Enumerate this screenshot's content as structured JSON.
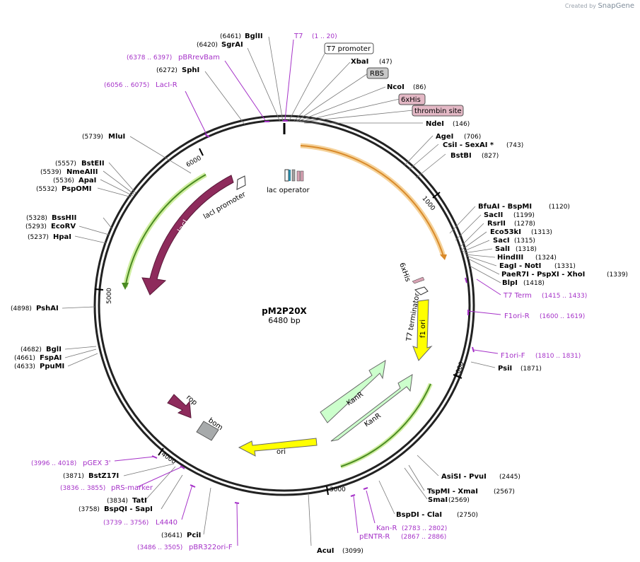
{
  "brand": {
    "created_by": "Created by",
    "name": "SnapGene"
  },
  "plasmid": {
    "name": "pM2P20X",
    "size": "6480 bp",
    "length": 6480
  },
  "ticks": [
    "1000",
    "2000",
    "3000",
    "4000",
    "5000",
    "6000"
  ],
  "enzymes": [
    {
      "name": "BglII",
      "pos": "(6461)"
    },
    {
      "name": "SgrAI",
      "pos": "(6420)"
    },
    {
      "name": "SphI",
      "pos": "(6272)"
    },
    {
      "name": "MluI",
      "pos": "(5739)"
    },
    {
      "name": "BstEII",
      "pos": "(5557)"
    },
    {
      "name": "NmeAIII",
      "pos": "(5539)"
    },
    {
      "name": "ApaI",
      "pos": "(5536)"
    },
    {
      "name": "PspOMI",
      "pos": "(5532)"
    },
    {
      "name": "BssHII",
      "pos": "(5328)"
    },
    {
      "name": "EcoRV",
      "pos": "(5293)"
    },
    {
      "name": "HpaI",
      "pos": "(5237)"
    },
    {
      "name": "PshAI",
      "pos": "(4898)"
    },
    {
      "name": "BglI",
      "pos": "(4682)"
    },
    {
      "name": "FspAI",
      "pos": "(4661)"
    },
    {
      "name": "PpuMI",
      "pos": "(4633)"
    },
    {
      "name": "BstZ17I",
      "pos": "(3871)"
    },
    {
      "name": "TatI",
      "pos": "(3834)"
    },
    {
      "name": "BspQI - SapI",
      "pos": "(3758)"
    },
    {
      "name": "PciI",
      "pos": "(3641)"
    },
    {
      "name": "AcuI",
      "pos": "(3099)"
    },
    {
      "name": "XbaI",
      "pos": "(47)"
    },
    {
      "name": "NcoI",
      "pos": "(86)"
    },
    {
      "name": "NdeI",
      "pos": "(146)"
    },
    {
      "name": "AgeI",
      "pos": "(706)"
    },
    {
      "name": "CsiI - SexAI *",
      "pos": "(743)"
    },
    {
      "name": "BstBI",
      "pos": "(827)"
    },
    {
      "name": "BfuAI - BspMI",
      "pos": "(1120)"
    },
    {
      "name": "SacII",
      "pos": "(1199)"
    },
    {
      "name": "RsrII",
      "pos": "(1278)"
    },
    {
      "name": "Eco53kI",
      "pos": "(1313)"
    },
    {
      "name": "SacI",
      "pos": "(1315)"
    },
    {
      "name": "SalI",
      "pos": "(1318)"
    },
    {
      "name": "HindIII",
      "pos": "(1324)"
    },
    {
      "name": "EagI - NotI",
      "pos": "(1331)"
    },
    {
      "name": "PaeR7I - PspXI - XhoI",
      "pos": "(1339)"
    },
    {
      "name": "BlpI",
      "pos": "(1418)"
    },
    {
      "name": "PsiI",
      "pos": "(1871)"
    },
    {
      "name": "AsiSI - PvuI",
      "pos": "(2445)"
    },
    {
      "name": "TspMI - XmaI",
      "pos": "(2567)"
    },
    {
      "name": "SmaI",
      "pos": "(2569)"
    },
    {
      "name": "BspDI - ClaI",
      "pos": "(2750)"
    }
  ],
  "primers": [
    {
      "name": "T7",
      "range": "(1 .. 20)"
    },
    {
      "name": "pBRrevBam",
      "range": "(6378 .. 6397)"
    },
    {
      "name": "LacI-R",
      "range": "(6056 .. 6075)"
    },
    {
      "name": "T7 Term",
      "range": "(1415 .. 1433)"
    },
    {
      "name": "F1ori-R",
      "range": "(1600 .. 1619)"
    },
    {
      "name": "F1ori-F",
      "range": "(1810 .. 1831)"
    },
    {
      "name": "Kan-R",
      "range": "(2783 .. 2802)"
    },
    {
      "name": "pENTR-R",
      "range": "(2867 .. 2886)"
    },
    {
      "name": "pBR322ori-F",
      "range": "(3486 .. 3505)"
    },
    {
      "name": "L4440",
      "range": "(3739 .. 3756)"
    },
    {
      "name": "pRS-marker",
      "range": "(3836 .. 3855)"
    },
    {
      "name": "pGEX 3'",
      "range": "(3996 .. 4018)"
    }
  ],
  "boxed_features": [
    {
      "name": "T7 promoter",
      "color": "#ffffff"
    },
    {
      "name": "RBS",
      "color": "#c8c8c8"
    },
    {
      "name": "6xHis",
      "color": "#e3b8c5"
    },
    {
      "name": "thrombin site",
      "color": "#e3b8c5"
    }
  ],
  "features": {
    "lac_operator": "lac operator",
    "laci_promoter": "lacI promoter",
    "laci": "lacI",
    "sixhis": "6xHis",
    "t7_terminator": "T7 terminator",
    "f1_ori": "f1 ori",
    "kanr1": "KanR",
    "kanr2": "KanR",
    "rop": "rop",
    "bom": "bom",
    "ori": "ori"
  },
  "colors": {
    "laci": "#8e2b5c",
    "yellow": "#ffff00",
    "kanr": "#ccffcc",
    "orf": "#f2c98a",
    "primer": "#a531c8",
    "bom": "#a7aaab"
  }
}
